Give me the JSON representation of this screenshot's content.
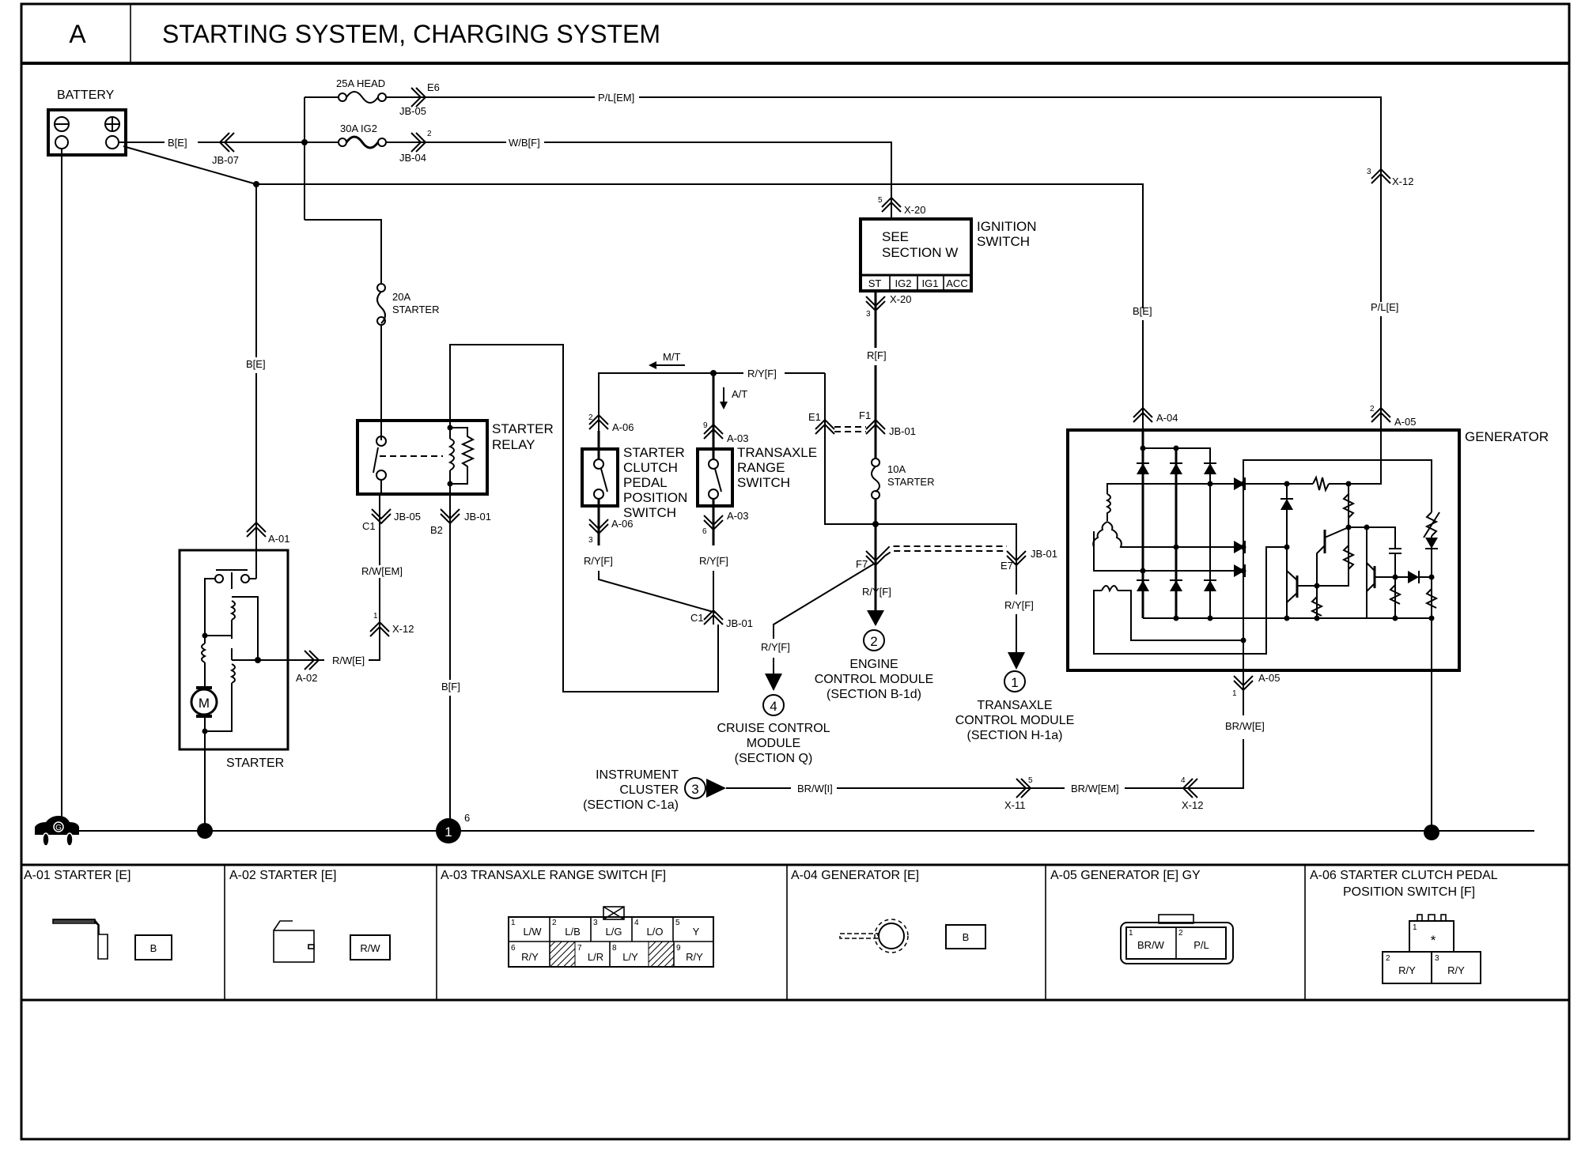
{
  "header": {
    "section_letter": "A",
    "title": "STARTING SYSTEM, CHARGING SYSTEM"
  },
  "components": {
    "battery": {
      "label": "BATTERY",
      "neg_symbol": "⊖",
      "pos_symbol": "⊕"
    },
    "fuse_head": {
      "label": "25A HEAD"
    },
    "fuse_ig2": {
      "label": "30A IG2"
    },
    "fuse_starter_20a": {
      "line1": "20A",
      "line2": "STARTER"
    },
    "fuse_starter_10a": {
      "line1": "10A",
      "line2": "STARTER"
    },
    "starter_relay": {
      "line1": "STARTER",
      "line2": "RELAY"
    },
    "starter": {
      "label": "STARTER",
      "motor_symbol": "M"
    },
    "ignition_switch": {
      "line1": "IGNITION",
      "line2": "SWITCH",
      "inner1": "SEE",
      "inner2": "SECTION W",
      "terminals": [
        "ST",
        "IG2",
        "IG1",
        "ACC"
      ]
    },
    "clutch_switch": {
      "lines": [
        "STARTER",
        "CLUTCH",
        "PEDAL",
        "POSITION",
        "SWITCH"
      ]
    },
    "range_switch": {
      "lines": [
        "TRANSAXLE",
        "RANGE",
        "SWITCH"
      ]
    },
    "generator": {
      "label": "GENERATOR"
    },
    "cruise_module": {
      "num": "4",
      "lines": [
        "CRUISE CONTROL",
        "MODULE",
        "(SECTION Q)"
      ]
    },
    "engine_module": {
      "num": "2",
      "lines": [
        "ENGINE",
        "CONTROL MODULE",
        "(SECTION B-1d)"
      ]
    },
    "transaxle_module": {
      "num": "1",
      "lines": [
        "TRANSAXLE",
        "CONTROL MODULE",
        "(SECTION H-1a)"
      ]
    },
    "instrument_cluster": {
      "num": "3",
      "lines": [
        "INSTRUMENT",
        "CLUSTER",
        "(SECTION C-1a)"
      ]
    },
    "ground_main": {
      "symbol": "G"
    },
    "ground_point": {
      "num": "1",
      "pin": "6"
    }
  },
  "wires": {
    "be_batt": "B[E]",
    "pl_em": "P/L[EM]",
    "wb_f": "W/B[F]",
    "be_starter": "B[E]",
    "rw_em": "R/W[EM]",
    "rw_e": "R/W[E]",
    "b_f": "B[F]",
    "r_f": "R[F]",
    "ry_f_top": "R/Y[F]",
    "ry_f_clutch": "R/Y[F]",
    "ry_f_range": "R/Y[F]",
    "ry_f_ecm": "R/Y[F]",
    "ry_f_tcm": "R/Y[F]",
    "ry_f_cruise": "R/Y[F]",
    "be_gen": "B[E]",
    "pl_e_gen": "P/L[E]",
    "brw_e": "BR/W[E]",
    "brw_i": "BR/W[I]",
    "brw_em": "BR/W[EM]",
    "mt": "M/T",
    "at": "A/T"
  },
  "connectors": {
    "jb07": "JB-07",
    "jb05_top": "JB-05",
    "e6": "E6",
    "jb04": "JB-04",
    "jb04_pin": "2",
    "x20_top": "X-20",
    "x20_top_pin": "5",
    "x20_bot": "X-20",
    "x20_bot_pin": "3",
    "x12_top": "X-12",
    "x12_top_pin": "3",
    "a01": "A-01",
    "a02": "A-02",
    "jb05_c1": "JB-05",
    "c1": "C1",
    "jb01_b2": "JB-01",
    "b2": "B2",
    "x12_mid": "X-12",
    "x12_mid_pin": "1",
    "a06_top": "A-06",
    "a06_top_pin": "2",
    "a06_bot": "A-06",
    "a06_bot_pin": "3",
    "a03_top": "A-03",
    "a03_top_pin": "9",
    "a03_bot": "A-03",
    "a03_bot_pin": "6",
    "e1": "E1",
    "f1": "F1",
    "jb01_f1": "JB-01",
    "f7": "F7",
    "e7": "E7",
    "jb01_e7": "JB-01",
    "c1_jb01": "JB-01",
    "c1b": "C1",
    "a04": "A-04",
    "a05_top": "A-05",
    "a05_top_pin": "2",
    "a05_bot": "A-05",
    "a05_bot_pin": "1",
    "x11": "X-11",
    "x11_pin": "5",
    "x12_bot": "X-12",
    "x12_bot_pin": "4"
  },
  "connector_table": [
    {
      "title": "A-01 STARTER [E]",
      "pins": [
        {
          "num": "",
          "color": "B"
        }
      ]
    },
    {
      "title": "A-02 STARTER [E]",
      "pins": [
        {
          "num": "",
          "color": "R/W"
        }
      ]
    },
    {
      "title": "A-03 TRANSAXLE RANGE SWITCH [F]",
      "pins": [
        {
          "num": "1",
          "color": "L/W"
        },
        {
          "num": "2",
          "color": "L/B"
        },
        {
          "num": "3",
          "color": "L/G"
        },
        {
          "num": "4",
          "color": "L/O"
        },
        {
          "num": "5",
          "color": "Y"
        },
        {
          "num": "6",
          "color": "R/Y"
        },
        {
          "num": "",
          "color": "hatched"
        },
        {
          "num": "7",
          "color": "L/R"
        },
        {
          "num": "8",
          "color": "L/Y"
        },
        {
          "num": "",
          "color": "hatched"
        },
        {
          "num": "9",
          "color": "R/Y"
        }
      ]
    },
    {
      "title": "A-04 GENERATOR [E]",
      "pins": [
        {
          "num": "",
          "color": "B"
        }
      ]
    },
    {
      "title": "A-05 GENERATOR [E] GY",
      "pins": [
        {
          "num": "1",
          "color": "BR/W"
        },
        {
          "num": "2",
          "color": "P/L"
        }
      ]
    },
    {
      "title_line1": "A-06 STARTER CLUTCH PEDAL",
      "title_line2": "POSITION SWITCH [F]",
      "pins": [
        {
          "num": "1",
          "color": "*"
        },
        {
          "num": "2",
          "color": "R/Y"
        },
        {
          "num": "3",
          "color": "R/Y"
        }
      ]
    }
  ]
}
